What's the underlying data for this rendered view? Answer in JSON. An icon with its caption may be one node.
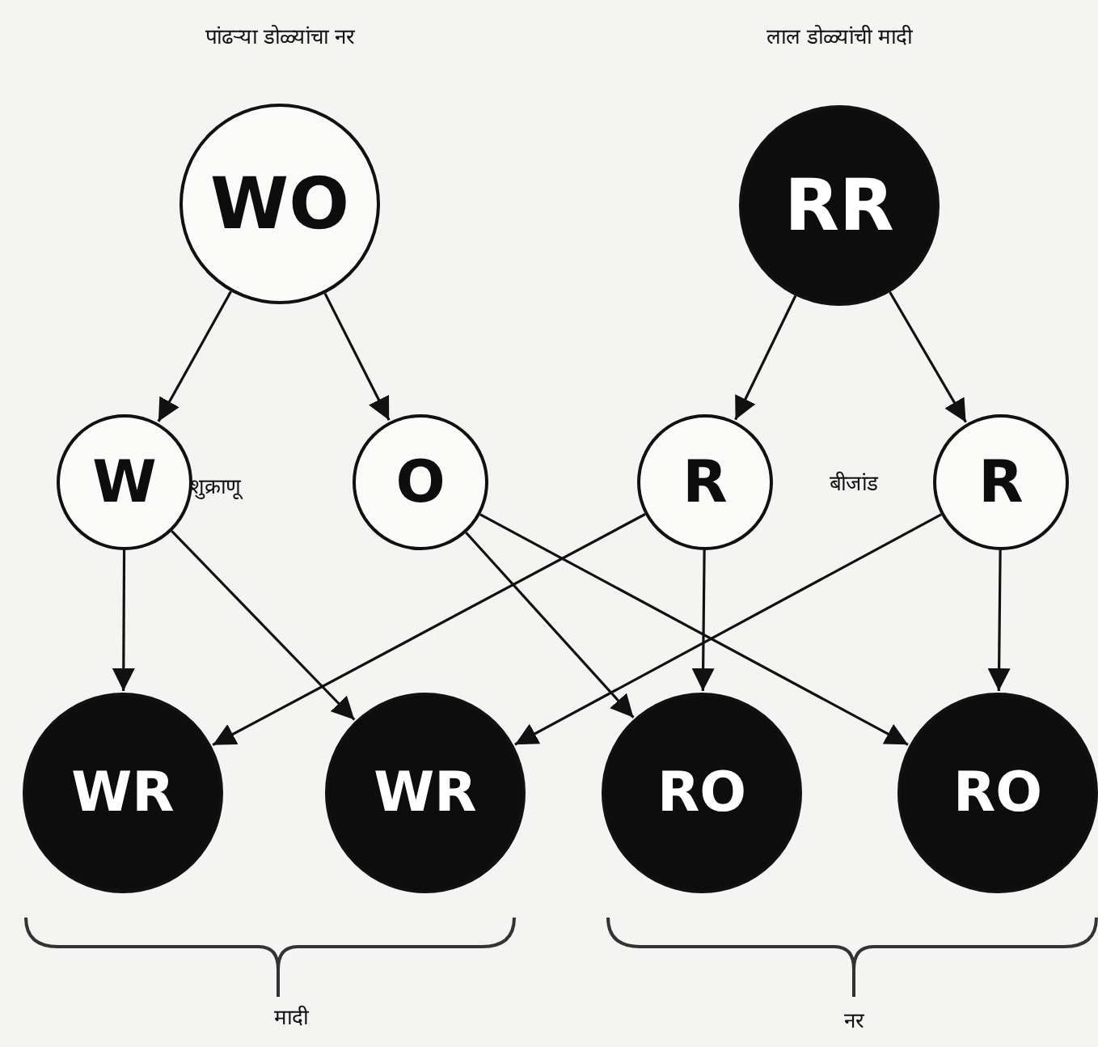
{
  "diagram": {
    "nodes": [
      {
        "text": [
          "WO"
        ],
        "beside": [
          "पांढऱ्या डोळ्यांचा नर"
        ]
      },
      {
        "text": [
          "RR"
        ],
        "beside": [
          "लाल डोळ्यांची मादी"
        ]
      },
      {
        "text": [
          "W"
        ]
      },
      {
        "text": [
          "O"
        ]
      },
      {
        "text": [
          "R"
        ]
      },
      {
        "text": [
          "R"
        ]
      },
      {
        "text": [
          "WR"
        ]
      },
      {
        "text": [
          "WR"
        ]
      },
      {
        "text": [
          "RO"
        ]
      },
      {
        "text": [
          "RO"
        ]
      }
    ],
    "edges": [
      {
        "from": 0,
        "to": 2,
        "arrow": "to"
      },
      {
        "from": 0,
        "to": 3,
        "arrow": "to"
      },
      {
        "from": 1,
        "to": 4,
        "arrow": "to"
      },
      {
        "from": 1,
        "to": 5,
        "arrow": "to"
      },
      {
        "from": 2,
        "to": 6,
        "arrow": "to"
      },
      {
        "from": 2,
        "to": 7,
        "arrow": "to"
      },
      {
        "from": 3,
        "to": 8,
        "arrow": "to"
      },
      {
        "from": 3,
        "to": 9,
        "arrow": "to"
      },
      {
        "from": 4,
        "to": 6,
        "arrow": "to"
      },
      {
        "from": 4,
        "to": 8,
        "arrow": "to"
      },
      {
        "from": 5,
        "to": 7,
        "arrow": "to"
      },
      {
        "from": 5,
        "to": 9,
        "arrow": "to"
      }
    ],
    "labels": [
      "शुक्राणू",
      "बीजांड",
      "मादी",
      "नर"
    ]
  }
}
